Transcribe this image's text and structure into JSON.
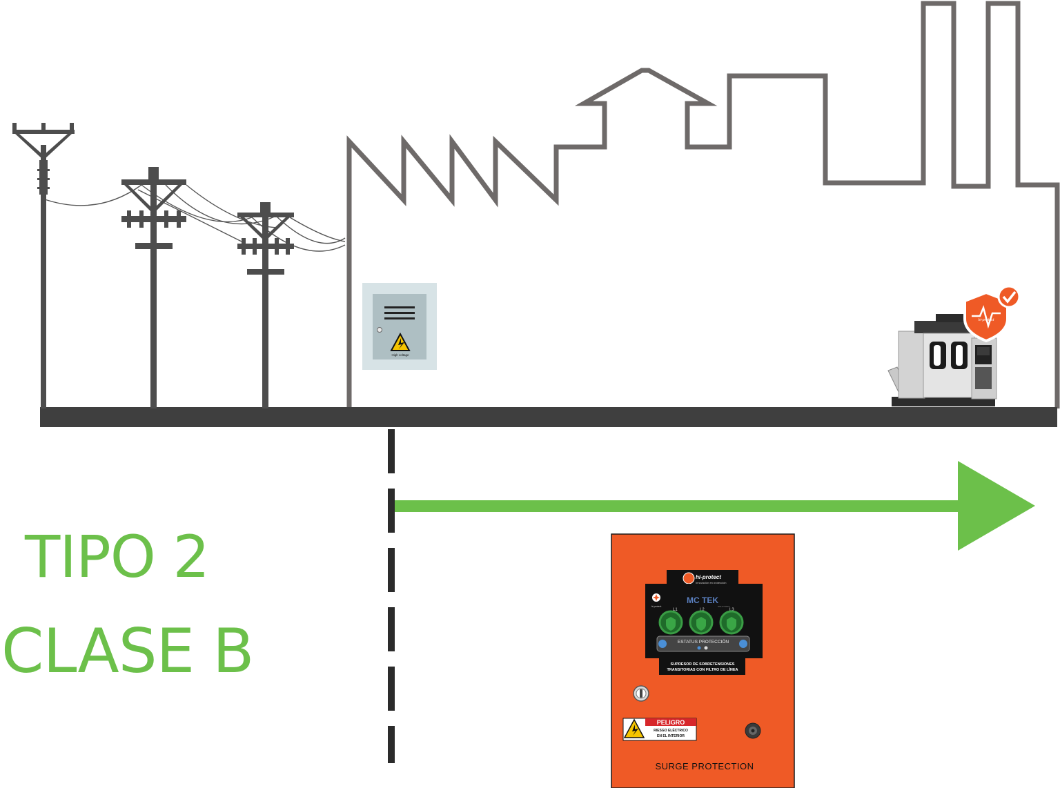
{
  "labels": {
    "tipo": "TIPO 2",
    "clase": "CLASE B"
  },
  "meter_box": {
    "warning_caption": "High voltage"
  },
  "shield_badge": {
    "brand": "hi-protect"
  },
  "panel": {
    "brand": "hi-protect",
    "brand_tagline": "Innovación en protección",
    "sub_brand": "MC TEK",
    "sub_brand_tag": "SOLUTIONS",
    "corner_brand": "hi-protect",
    "phases": [
      "L1",
      "L2",
      "L3"
    ],
    "status_label": "ESTATUS PROTECCIÓN",
    "description_line1": "SUPRESOR DE SOBRETENSIONES",
    "description_line2": "TRANSITORIAS CON FILTRO DE LÍNEA",
    "danger_title": "PELIGRO",
    "danger_line1": "RIESGO ELÉCTRICO",
    "danger_line2": "EN EL INTERIOR",
    "footer": "SURGE PROTECTION"
  },
  "colors": {
    "outline": "#6e6a69",
    "ground": "#3f3f3f",
    "arrow": "#6cc04a",
    "panel": "#ef5a26",
    "text_green": "#6cc04a"
  }
}
